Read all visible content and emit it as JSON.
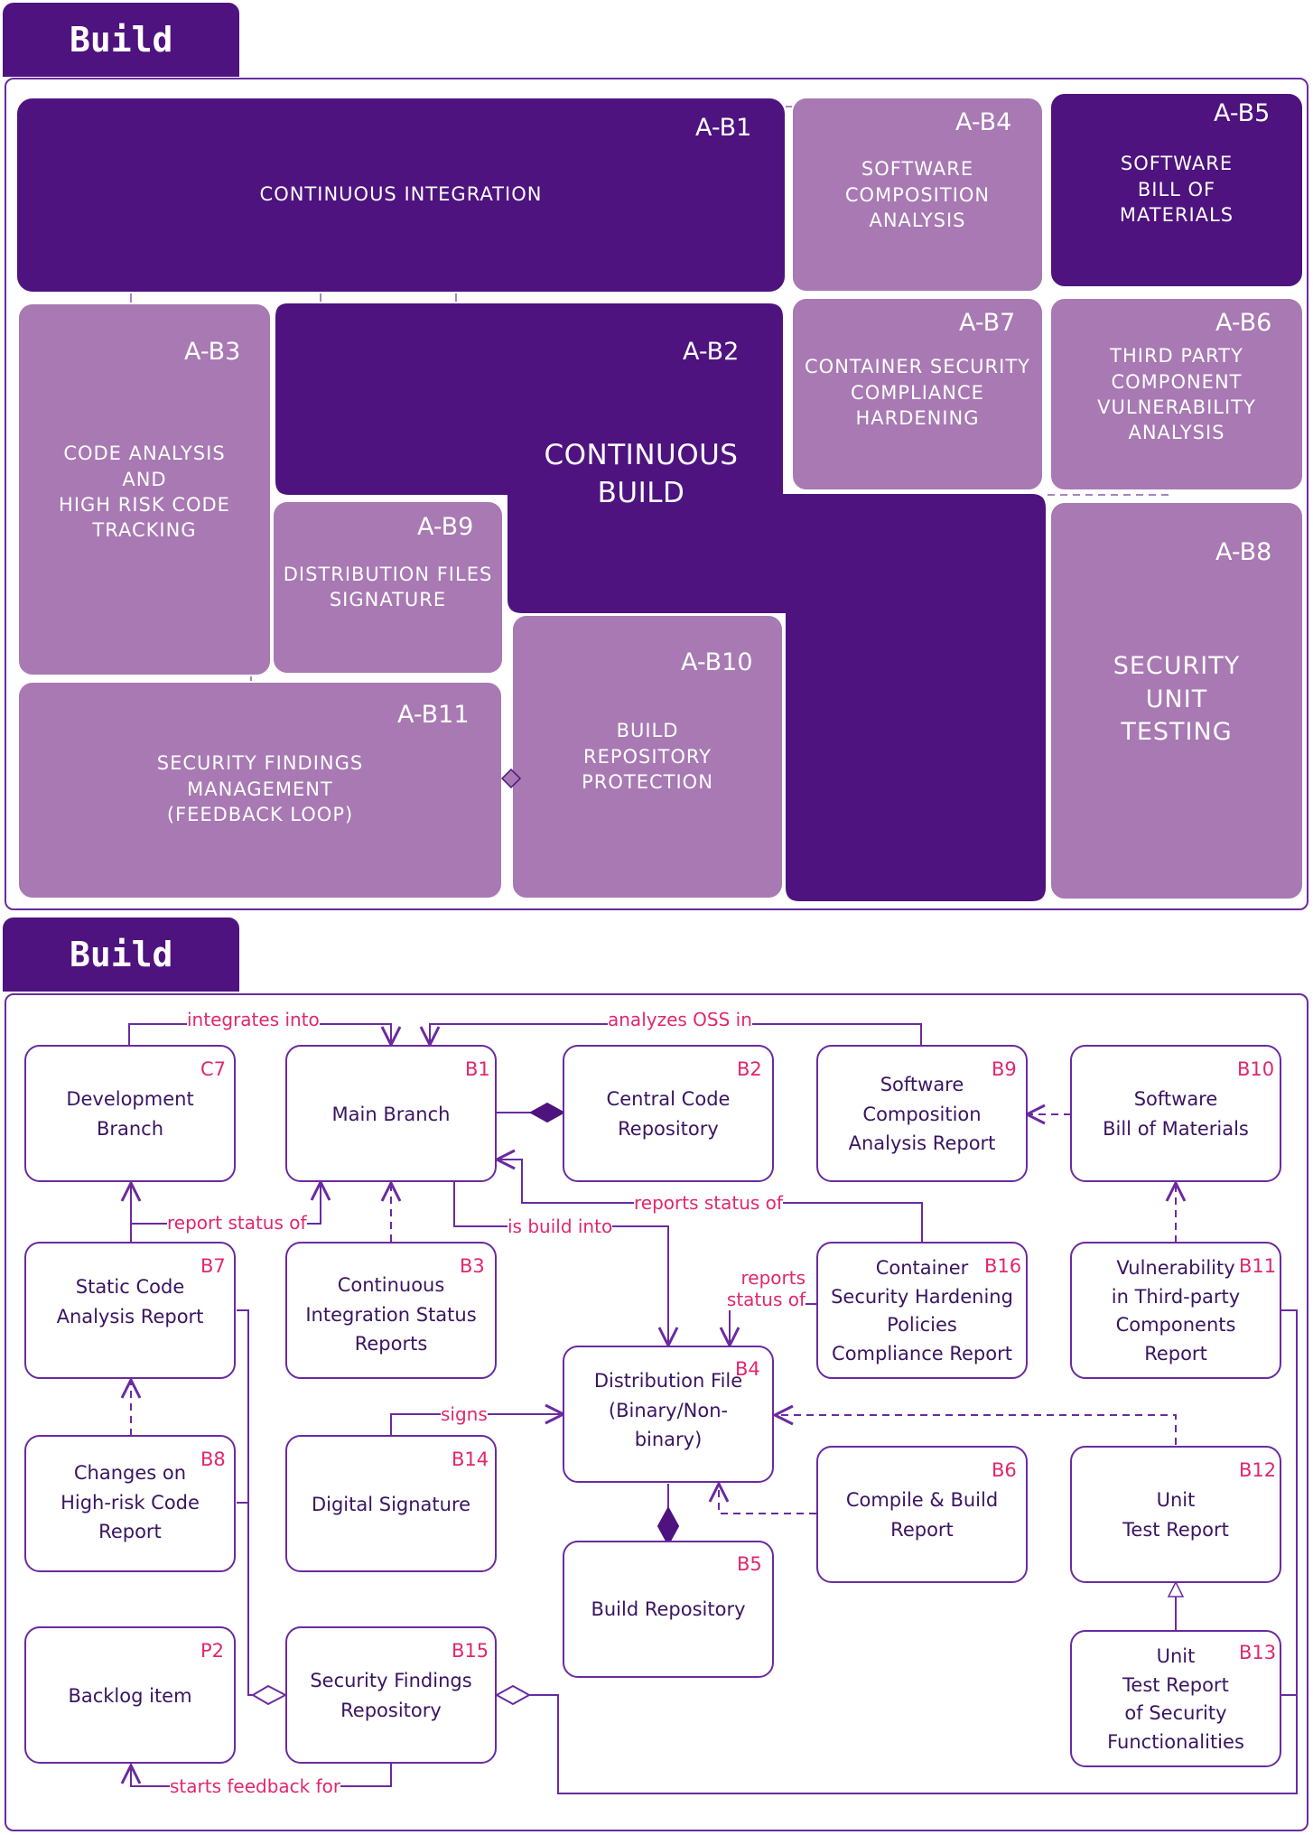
{
  "top_panel": {
    "tab_label": "Build",
    "blocks": [
      {
        "code": "A-B1",
        "label": "CONTINUOUS INTEGRATION"
      },
      {
        "code": "A-B2",
        "label": "CONTINUOUS\nBUILD"
      },
      {
        "code": "A-B3",
        "label": "CODE ANALYSIS\nAND\nHIGH RISK CODE\nTRACKING"
      },
      {
        "code": "A-B4",
        "label": "SOFTWARE\nCOMPOSITION\nANALYSIS"
      },
      {
        "code": "A-B5",
        "label": "SOFTWARE\nBILL OF\nMATERIALS"
      },
      {
        "code": "A-B6",
        "label": "THIRD PARTY\nCOMPONENT\nVULNERABILITY\nANALYSIS"
      },
      {
        "code": "A-B7",
        "label": "CONTAINER SECURITY\nCOMPLIANCE\nHARDENING"
      },
      {
        "code": "A-B8",
        "label": "SECURITY\nUNIT\nTESTING"
      },
      {
        "code": "A-B9",
        "label": "DISTRIBUTION FILES\nSIGNATURE"
      },
      {
        "code": "A-B10",
        "label": "BUILD\nREPOSITORY\nPROTECTION"
      },
      {
        "code": "A-B11",
        "label": "SECURITY FINDINGS\nMANAGEMENT\n(FEEDBACK LOOP)"
      }
    ],
    "colors": {
      "dark": "#4e137f",
      "light": "#a879b3"
    }
  },
  "bottom_panel": {
    "tab_label": "Build",
    "boxes": [
      {
        "code": "C7",
        "label": "Development\nBranch"
      },
      {
        "code": "B1",
        "label": "Main Branch"
      },
      {
        "code": "B2",
        "label": "Central Code\nRepository"
      },
      {
        "code": "B9",
        "label": "Software\nComposition\nAnalysis Report"
      },
      {
        "code": "B10",
        "label": "Software\nBill of Materials"
      },
      {
        "code": "B7",
        "label": "Static Code\nAnalysis Report"
      },
      {
        "code": "B3",
        "label": "Continuous\nIntegration Status\nReports"
      },
      {
        "code": "B16",
        "label": "Container\nSecurity Hardening\nPolicies\nCompliance Report"
      },
      {
        "code": "B11",
        "label": "Vulnerability\nin Third-party\nComponents\nReport"
      },
      {
        "code": "B4",
        "label": "Distribution File\n(Binary/Non-\nbinary)"
      },
      {
        "code": "B8",
        "label": "Changes on\nHigh-risk Code\nReport"
      },
      {
        "code": "B14",
        "label": "Digital Signature"
      },
      {
        "code": "B6",
        "label": "Compile & Build\nReport"
      },
      {
        "code": "B12",
        "label": "Unit\nTest Report"
      },
      {
        "code": "B5",
        "label": "Build Repository"
      },
      {
        "code": "P2",
        "label": "Backlog item"
      },
      {
        "code": "B15",
        "label": "Security Findings\nRepository"
      },
      {
        "code": "B13",
        "label": "Unit\nTest Report\nof Security\nFunctionalities"
      }
    ],
    "relations": [
      {
        "label": "integrates into"
      },
      {
        "label": "analyzes OSS in"
      },
      {
        "label": "report status of"
      },
      {
        "label": "reports status of"
      },
      {
        "label": "is build  into"
      },
      {
        "label": "reports\nstatus of"
      },
      {
        "label": "signs"
      },
      {
        "label": "starts feedback for"
      }
    ],
    "colors": {
      "line": "#6b2aa0",
      "code": "#e0276e",
      "text": "#3a1461"
    }
  }
}
